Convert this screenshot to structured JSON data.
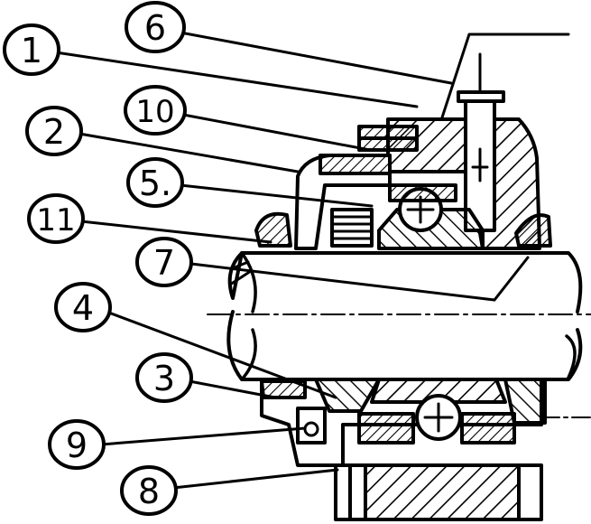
{
  "diagram": {
    "callouts": [
      {
        "id": "c1",
        "label": "1"
      },
      {
        "id": "c2",
        "label": "2"
      },
      {
        "id": "c3",
        "label": "3"
      },
      {
        "id": "c4",
        "label": "4"
      },
      {
        "id": "c5",
        "label": "5."
      },
      {
        "id": "c6",
        "label": "6"
      },
      {
        "id": "c7",
        "label": "7"
      },
      {
        "id": "c8",
        "label": "8"
      },
      {
        "id": "c9",
        "label": "9"
      },
      {
        "id": "c10",
        "label": "10"
      },
      {
        "id": "c11",
        "label": "11"
      }
    ]
  }
}
